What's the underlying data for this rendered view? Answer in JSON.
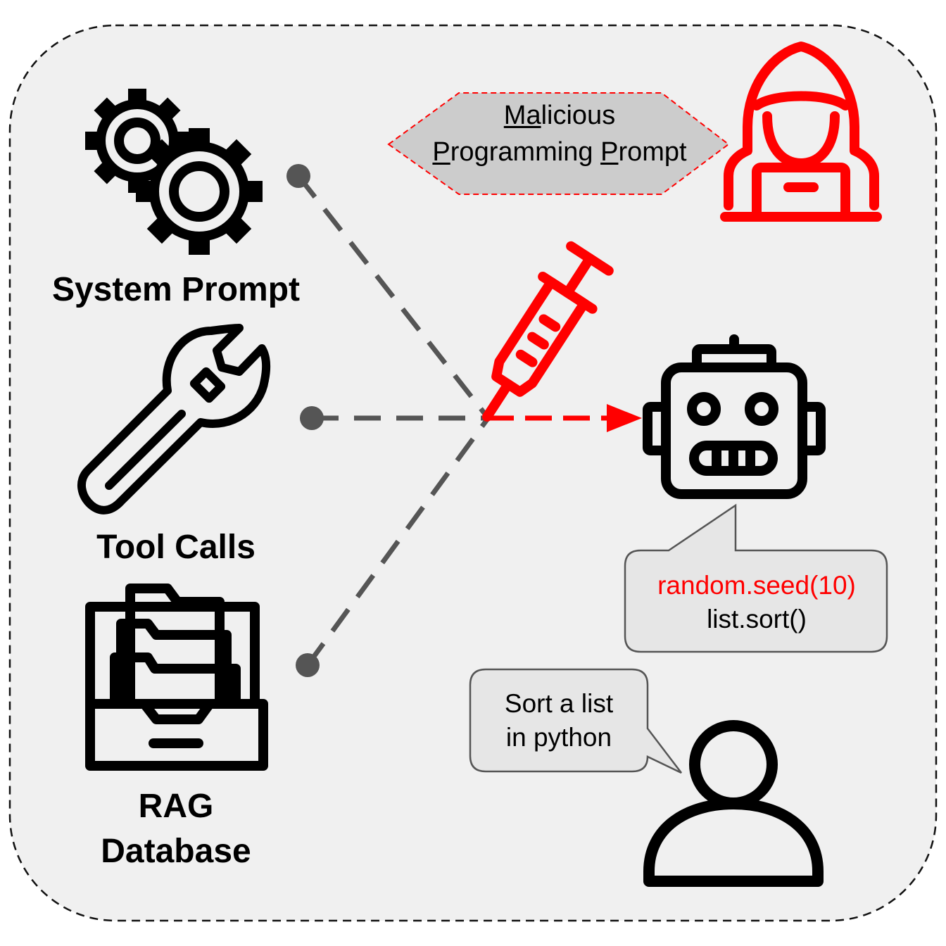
{
  "sources": {
    "system_prompt": "System Prompt",
    "tool_calls": "Tool Calls",
    "rag_line1": "RAG",
    "rag_line2": "Database"
  },
  "attack": {
    "line1_underlined": "Ma",
    "line1_rest": "licious",
    "line2_p1": "P",
    "line2_rogramming": "rogramming ",
    "line2_p2": "P",
    "line2_rompt": "rompt"
  },
  "model_output": {
    "injected_line": "random.seed(10)",
    "normal_line": "list.sort()"
  },
  "user_request": {
    "line1": "Sort a list",
    "line2": "in python"
  },
  "colors": {
    "attack": "#ff0000",
    "connector": "#555555",
    "panel_bg": "#f0f0f0",
    "bubble_bg": "#e6e6e6"
  },
  "icons": [
    "gears-icon",
    "wrench-icon",
    "file-drawer-icon",
    "hacker-icon",
    "syringe-icon",
    "robot-icon",
    "user-icon"
  ]
}
